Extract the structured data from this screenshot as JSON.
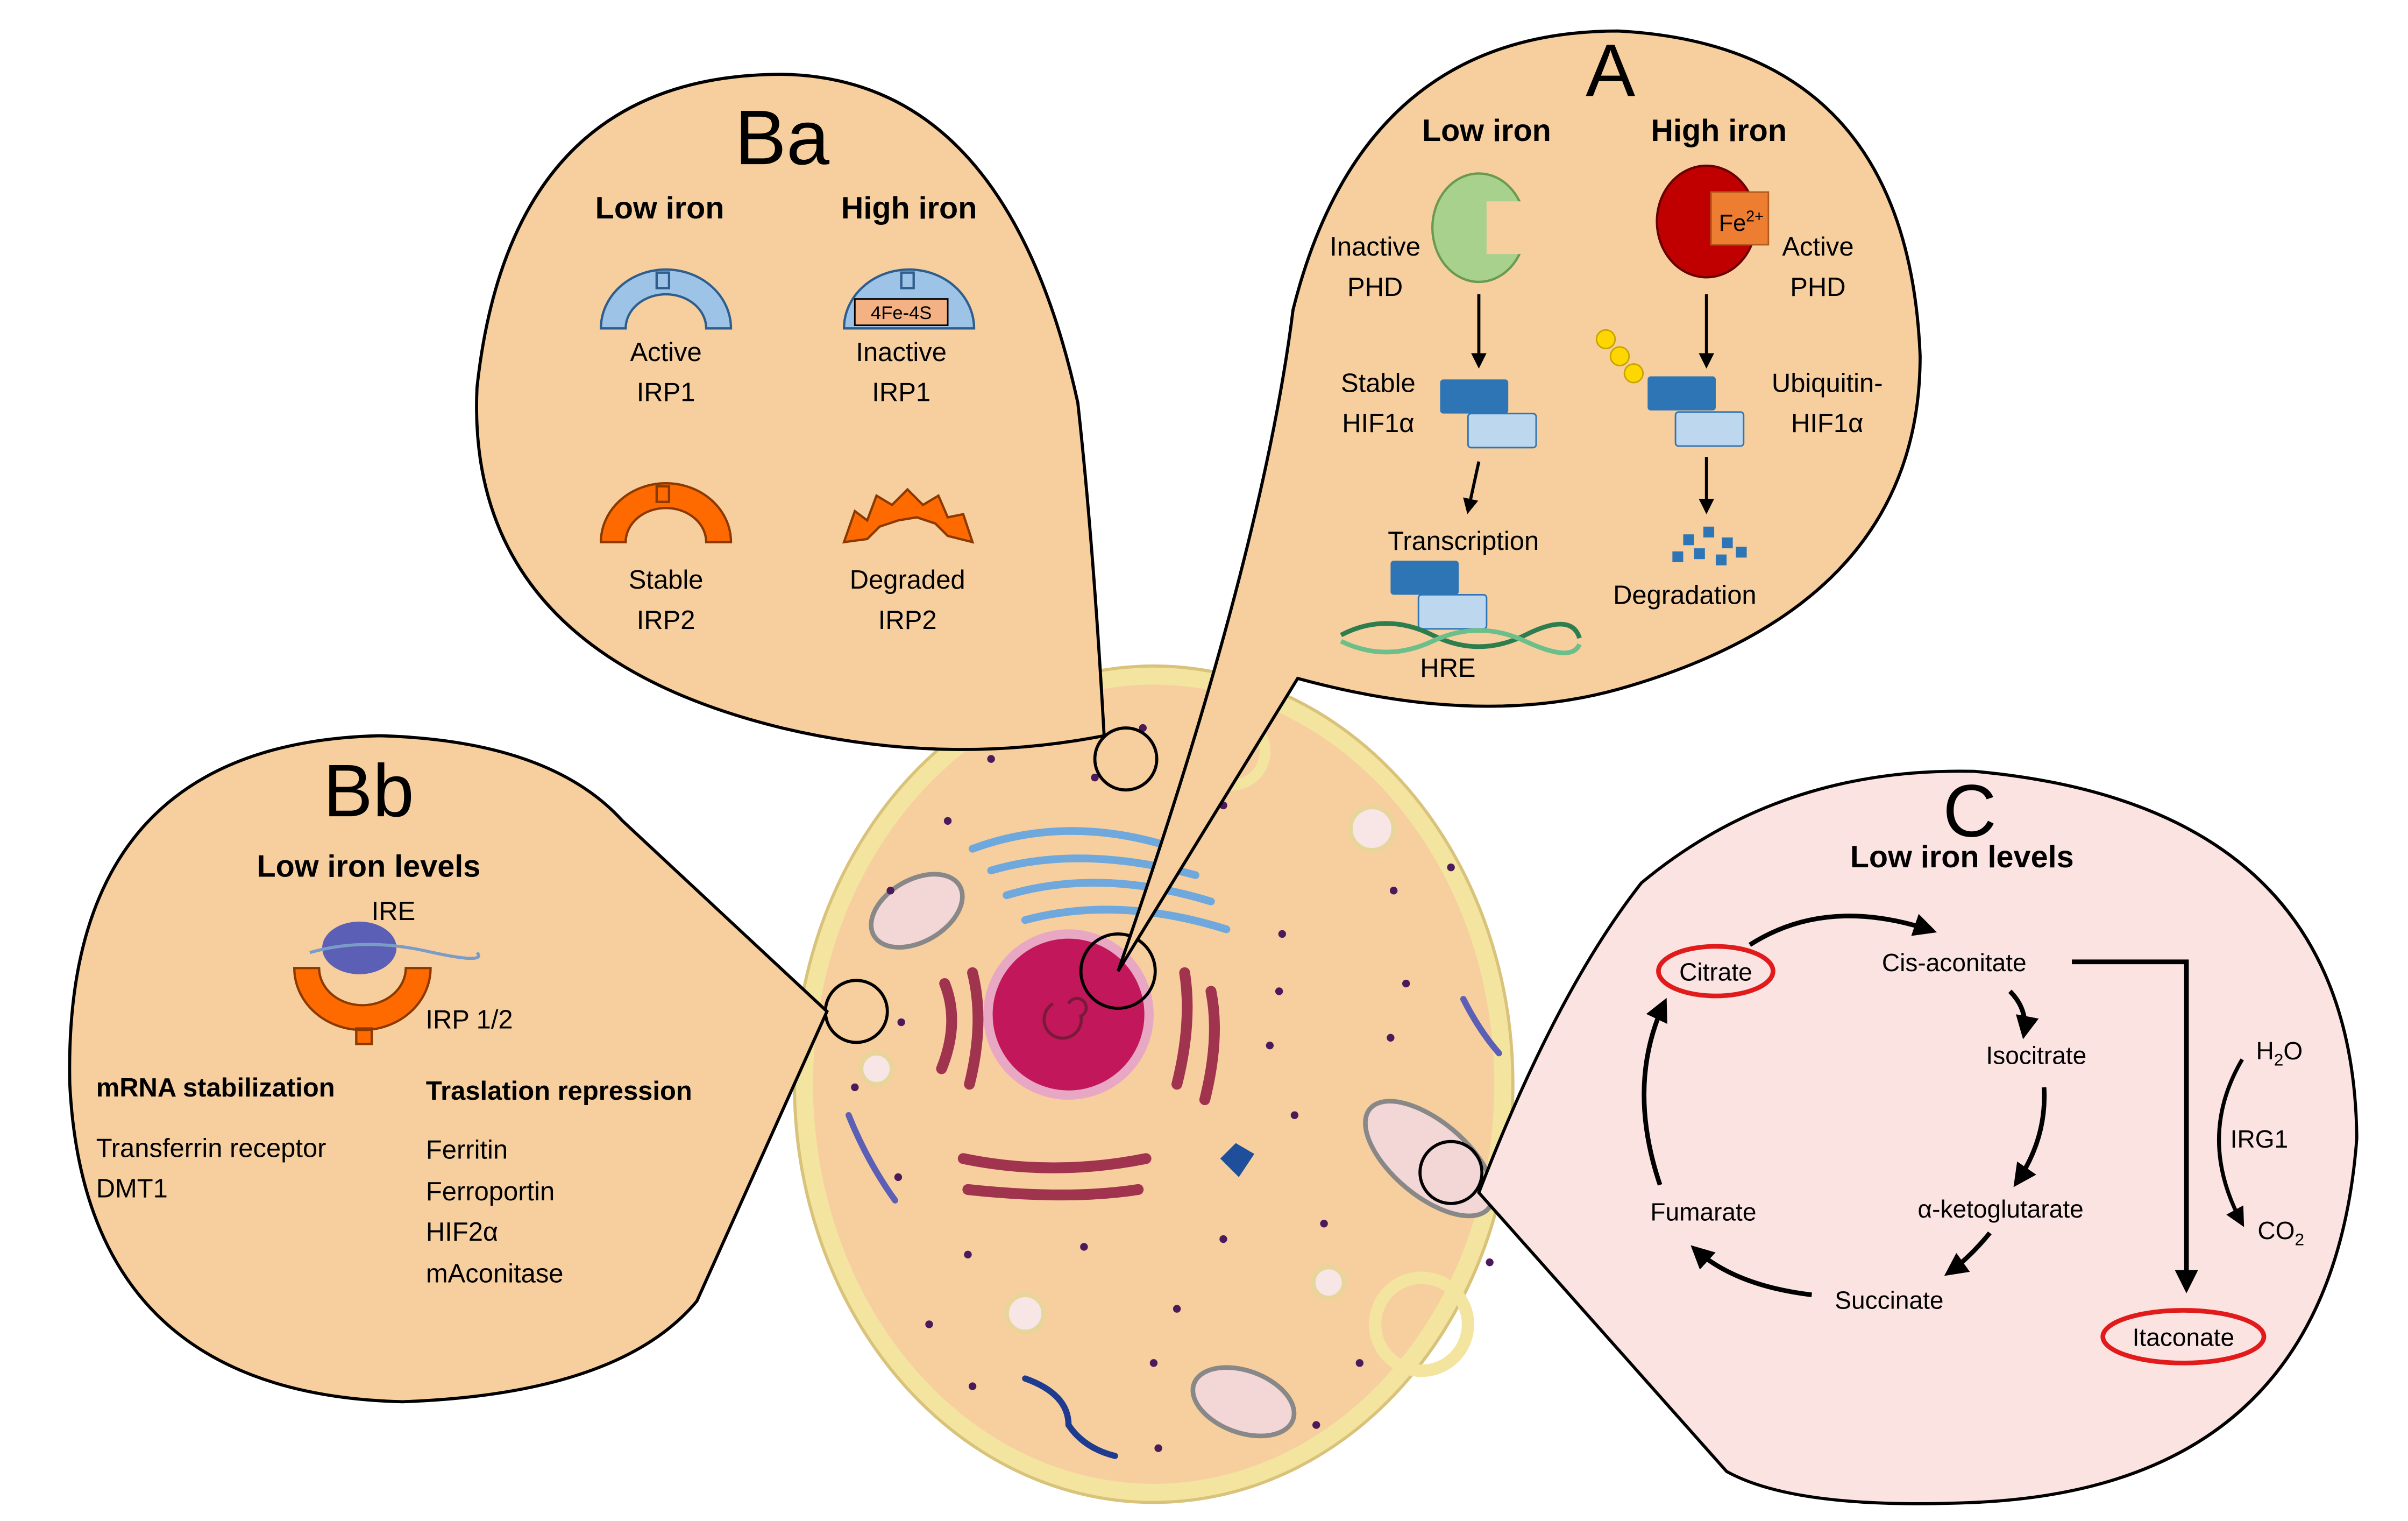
{
  "colors": {
    "panel": "#f7cf9e",
    "panel_stroke": "#000000",
    "panel_c": "#fae3e1",
    "cell_membrane": "#f3e4a0",
    "cell_body": "#f7cf9e",
    "blue_dark": "#2e75b6",
    "blue_light": "#bdd7ee",
    "irp1": "#9dc3e6",
    "irp2": "#ff6a00",
    "red_circle": "#e11b1b",
    "phd_inactive": "#a9d18e",
    "phd_active": "#c00000",
    "fe": "#ed7d31",
    "ire": "#5b5fb5"
  },
  "panel_a": {
    "label": "A",
    "low_iron": "Low iron",
    "high_iron": "High iron",
    "inactive_phd": [
      "Inactive",
      "PHD"
    ],
    "active_phd": [
      "Active",
      "PHD"
    ],
    "fe_ion": "Fe",
    "fe_charge": "2+",
    "stable_hif": [
      "Stable",
      "HIF1α"
    ],
    "ubiquitin_hif": [
      "Ubiquitin-",
      "HIF1α"
    ],
    "transcription": "Transcription",
    "degradation": "Degradation",
    "hre": "HRE"
  },
  "panel_ba": {
    "label": "Ba",
    "low_iron": "Low iron",
    "high_iron": "High iron",
    "active_irp1": [
      "Active",
      "IRP1"
    ],
    "inactive_irp1": [
      "Inactive",
      "IRP1"
    ],
    "cluster": "4Fe-4S",
    "stable_irp2": [
      "Stable",
      "IRP2"
    ],
    "degraded_irp2": [
      "Degraded",
      "IRP2"
    ]
  },
  "panel_bb": {
    "label": "Bb",
    "title": "Low iron levels",
    "ire": "IRE",
    "irp": "IRP 1/2",
    "mrna_heading": "mRNA stabilization",
    "mrna_items": [
      "Transferrin receptor",
      "DMT1"
    ],
    "translation_heading": "Traslation repression",
    "translation_items": [
      "Ferritin",
      "Ferroportin",
      "HIF2α",
      "mAconitase"
    ]
  },
  "panel_c": {
    "label": "C",
    "title": "Low iron levels",
    "citrate": "Citrate",
    "cis_aconitate": "Cis-aconitate",
    "isocitrate": "Isocitrate",
    "alpha_kg": "α-ketoglutarate",
    "succinate": "Succinate",
    "fumarate": "Fumarate",
    "itaconate": "Itaconate",
    "irg1": "IRG1",
    "water": "H",
    "water_sub": "2",
    "water_tail": "O",
    "co2": "CO",
    "co2_sub": "2"
  }
}
